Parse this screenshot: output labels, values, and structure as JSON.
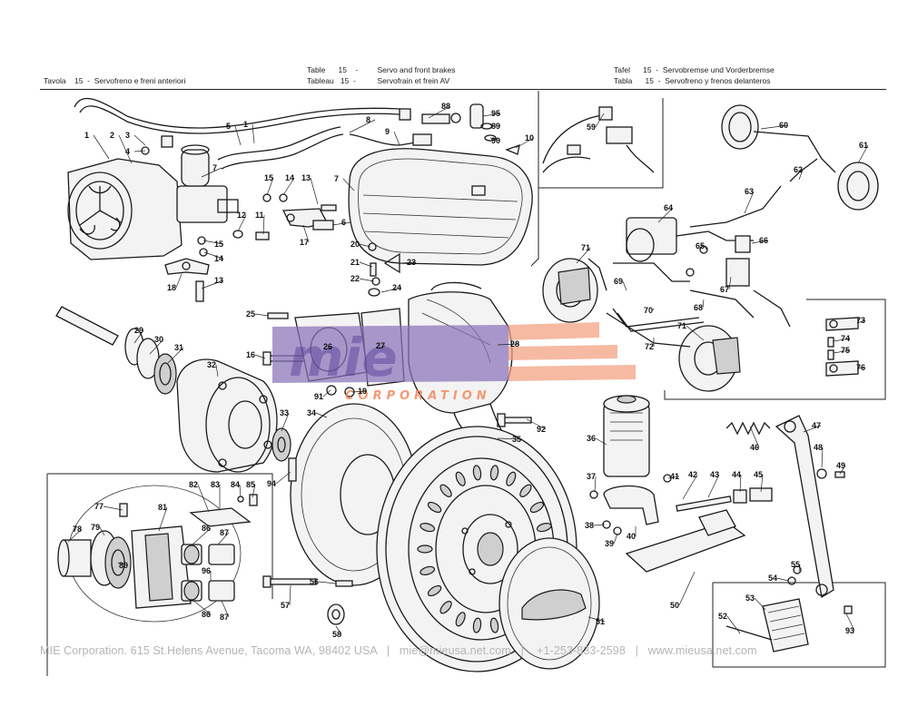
{
  "header": {
    "it": "Tavola    15  -  Servofreno e freni anteriori",
    "en": "Table      15    -         Servo and front brakes",
    "fr": "Tableau   15  -          Servofrain et frein AV",
    "de": "Tafel      15  -  Servobremse und Vorderbremse",
    "es": "Tabla      15  -  Servofreno y frenos delanteros"
  },
  "watermark": {
    "logo_text": "mie",
    "sub_text": "CORPORATION"
  },
  "footer": {
    "text": "MIE Corporation. 615 St.Helens Avenue, Tacoma WA, 98402 USA   |   mie@mieusa.net.com   |    +1-253-833-2598   |   www.mieusa.net.com"
  },
  "part_numbers": [
    "1",
    "2",
    "3",
    "4",
    "5",
    "1",
    "7",
    "8",
    "9",
    "88",
    "95",
    "89",
    "90",
    "10",
    "7",
    "6",
    "11",
    "12",
    "13",
    "14",
    "15",
    "15",
    "14",
    "13",
    "17",
    "18",
    "20",
    "21",
    "22",
    "23",
    "24",
    "25",
    "26",
    "27",
    "28",
    "29",
    "30",
    "31",
    "32",
    "16",
    "91",
    "19",
    "33",
    "34",
    "35",
    "92",
    "94",
    "36",
    "37",
    "38",
    "39",
    "40",
    "41",
    "42",
    "43",
    "44",
    "45",
    "46",
    "47",
    "48",
    "49",
    "50",
    "51",
    "52",
    "53",
    "54",
    "55",
    "56",
    "57",
    "58",
    "59",
    "60",
    "61",
    "62",
    "63",
    "64",
    "65",
    "66",
    "67",
    "68",
    "69",
    "70",
    "71",
    "71",
    "72",
    "73",
    "74",
    "75",
    "76",
    "77",
    "78",
    "79",
    "80",
    "81",
    "82",
    "83",
    "84",
    "85",
    "86",
    "87",
    "96",
    "86",
    "87",
    "93"
  ]
}
